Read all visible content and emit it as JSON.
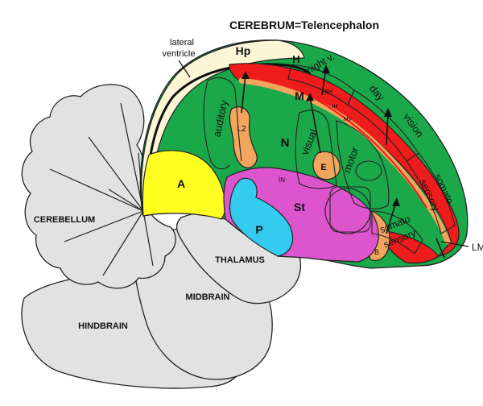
{
  "title": "CEREBRUM=Telencephalon",
  "labels": {
    "lateral_ventricle_1": "lateral",
    "lateral_ventricle_2": "ventricle",
    "hp": "Hp",
    "h": "H",
    "night": "night v.",
    "day": "day",
    "vision": "vision",
    "m": "M",
    "sh": "SH",
    "ih": "IH",
    "mv": "MV",
    "auditory": "auditory",
    "l2": "L2",
    "n": "N",
    "visual": "visual",
    "e": "E",
    "motor": "motor",
    "somato_right_1": "somato",
    "somato_right_2": "sensory",
    "a": "A",
    "in": "IN",
    "st": "St",
    "p": "P",
    "somato_low_1": "somato",
    "somato_low_2": "sensory",
    "b": "B",
    "lmi": "LMI",
    "cerebellum": "CEREBELLUM",
    "thalamus": "THALAMUS",
    "midbrain": "MIDBRAIN",
    "hindbrain": "HINDBRAIN"
  },
  "colors": {
    "green": "#1aa84a",
    "red": "#ee1c1c",
    "orange": "#f2a55c",
    "yellow": "#ffff22",
    "magenta": "#dd55cc",
    "cyan": "#33ccee",
    "cream": "#fdf6d6",
    "grey": "#e2e2e2"
  }
}
